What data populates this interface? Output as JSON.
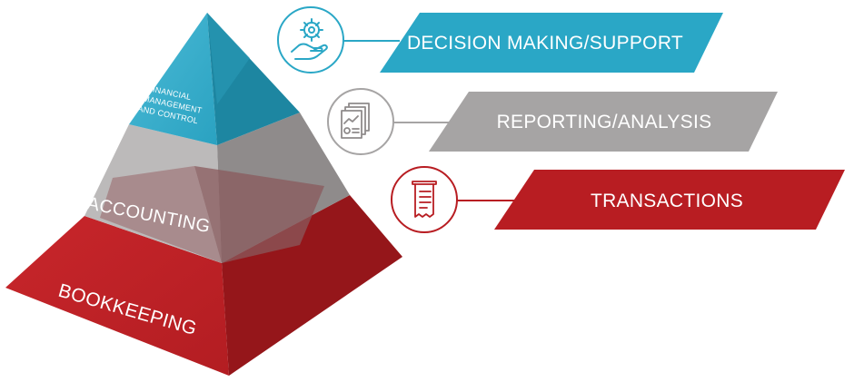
{
  "pyramid": {
    "top_label_lines": [
      "FINANCIAL",
      "MANAGEMENT",
      "AND CONTROL"
    ],
    "middle_label": "ACCOUNTING",
    "bottom_label": "BOOKKEEPING"
  },
  "bands": [
    {
      "label": "DECISION MAKING/SUPPORT",
      "icon": "hand-gear-icon",
      "color": "#2aa7c6"
    },
    {
      "label": "REPORTING/ANALYSIS",
      "icon": "report-chart-icon",
      "color": "#a6a4a4"
    },
    {
      "label": "TRANSACTIONS",
      "icon": "receipt-icon",
      "color": "#b81d22"
    }
  ],
  "colors": {
    "teal": "#2aa7c6",
    "teal_dark": "#1f86a0",
    "gray": "#b9b7b7",
    "gray_dark": "#8e8a8a",
    "red": "#b81d22",
    "red_dark": "#8f1419"
  }
}
